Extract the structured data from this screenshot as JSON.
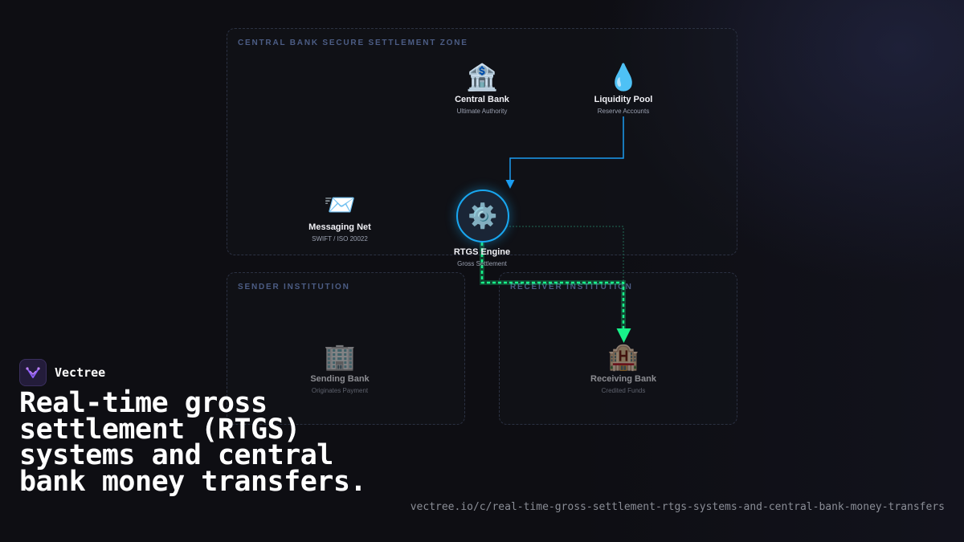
{
  "zones": {
    "central": "CENTRAL BANK SECURE SETTLEMENT ZONE",
    "sender": "SENDER INSTITUTION",
    "receiver": "RECEIVER INSTITUTION"
  },
  "nodes": {
    "central_bank": {
      "icon": "🏦",
      "icon_name": "bank-icon",
      "title": "Central Bank",
      "subtitle": "Ultimate Authority"
    },
    "liquidity_pool": {
      "icon": "💧",
      "icon_name": "droplet-icon",
      "title": "Liquidity Pool",
      "subtitle": "Reserve Accounts"
    },
    "messaging_net": {
      "icon": "📨",
      "icon_name": "incoming-envelope-icon",
      "title": "Messaging Net",
      "subtitle": "SWIFT / ISO 20022"
    },
    "rtgs_engine": {
      "icon": "⚙️",
      "icon_name": "gear-icon",
      "title": "RTGS Engine",
      "subtitle": "Gross Settlement"
    },
    "sending_bank": {
      "icon": "🏢",
      "icon_name": "office-building-icon",
      "title": "Sending Bank",
      "subtitle": "Originates Payment"
    },
    "receiving_bank": {
      "icon": "🏨",
      "icon_name": "hotel-icon",
      "title": "Receiving Bank",
      "subtitle": "Credited Funds"
    }
  },
  "colors": {
    "liquidity_edge": "#1a9cf0",
    "settlement_edge": "#18f28a",
    "dashed_edge": "#1f6a55"
  },
  "brand": {
    "name": "Vectree"
  },
  "headline": "Real-time gross settlement (RTGS) systems and central bank money transfers.",
  "url": "vectree.io/c/real-time-gross-settlement-rtgs-systems-and-central-bank-money-transfers"
}
